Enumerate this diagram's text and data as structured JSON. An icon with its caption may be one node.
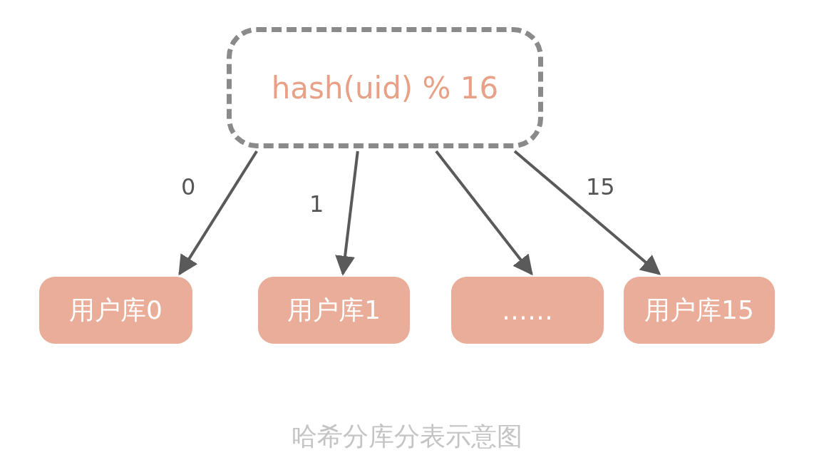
{
  "diagram": {
    "caption": "哈希分库分表示意图",
    "nodes": [
      {
        "text": [
          "hash(uid) % 16"
        ]
      },
      {
        "text": [
          "用户库0"
        ]
      },
      {
        "text": [
          "用户库1"
        ]
      },
      {
        "text": [
          "……"
        ]
      },
      {
        "text": [
          "用户库15"
        ]
      }
    ],
    "edges": [
      {
        "from": 0,
        "to": 1,
        "arrow": "to",
        "label": "0"
      },
      {
        "from": 0,
        "to": 2,
        "arrow": "to",
        "label": "1"
      },
      {
        "from": 0,
        "to": 3,
        "arrow": "to"
      },
      {
        "from": 0,
        "to": 4,
        "arrow": "to",
        "label": "15"
      }
    ]
  }
}
